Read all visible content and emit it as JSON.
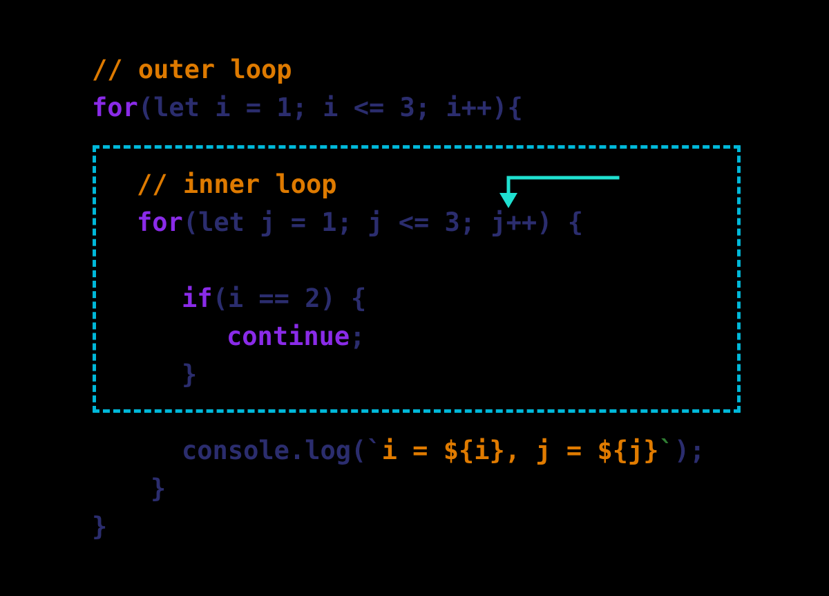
{
  "figure": {
    "kind": "code-snippet-diagram",
    "language": "javascript",
    "background_color": "#000000",
    "description": "JavaScript nested for-loop code sample with a dashed highlight box around the inner loop and a cyan arrow showing the continue statement jumping back to the inner loop update expression."
  },
  "colors": {
    "background": "#000000",
    "comment": "#de7a00",
    "keyword": "#8a2be8",
    "plain": "#2b2d6e",
    "template_string": "#e07b00",
    "closing_backtick": "#2f7d32",
    "accent_dashed_box": "#00b8d9",
    "accent_arrow_top": "#1fe0d0",
    "accent_arrow_bottom": "#00b8e6"
  },
  "code": {
    "lines": [
      {
        "id": "outer-comment",
        "indent": 0,
        "text": "// outer loop",
        "tokens": [
          {
            "t": "// outer loop",
            "c": "comment"
          }
        ]
      },
      {
        "id": "outer-for",
        "indent": 0,
        "text": "for(let i = 1; i <= 3; i++){",
        "tokens": [
          {
            "t": "for",
            "c": "keyword"
          },
          {
            "t": "(let i = 1; i <= 3; i++){",
            "c": "plain"
          }
        ]
      },
      {
        "id": "inner-comment",
        "indent": 1,
        "text": "// inner loop",
        "tokens": [
          {
            "t": "// inner loop",
            "c": "comment"
          }
        ]
      },
      {
        "id": "inner-for",
        "indent": 1,
        "text": "for(let j = 1; j <= 3; j++) {",
        "tokens": [
          {
            "t": "for",
            "c": "keyword"
          },
          {
            "t": "(let j = 1; j <= 3; j++) {",
            "c": "plain"
          }
        ]
      },
      {
        "id": "if",
        "indent": 2,
        "text": "if(i == 2) {",
        "tokens": [
          {
            "t": "if",
            "c": "keyword"
          },
          {
            "t": "(i == 2) {",
            "c": "plain"
          }
        ]
      },
      {
        "id": "continue",
        "indent": 3,
        "text": "continue;",
        "tokens": [
          {
            "t": "continue",
            "c": "keyword"
          },
          {
            "t": ";",
            "c": "plain"
          }
        ]
      },
      {
        "id": "if-close",
        "indent": 2,
        "text": "}",
        "tokens": [
          {
            "t": "}",
            "c": "plain"
          }
        ]
      },
      {
        "id": "console",
        "indent": 2,
        "text": "console.log(`i = ${i}, j = ${j}`);",
        "tokens": [
          {
            "t": "console.log(`",
            "c": "plain"
          },
          {
            "t": "i = ${i}, j = ${j}",
            "c": "template"
          },
          {
            "t": "`",
            "c": "tick-end"
          },
          {
            "t": ");",
            "c": "plain"
          }
        ]
      },
      {
        "id": "inner-close",
        "indent": 1,
        "text": "}",
        "tokens": [
          {
            "t": "}",
            "c": "plain"
          }
        ]
      },
      {
        "id": "outer-close",
        "indent": 0,
        "text": "}",
        "tokens": [
          {
            "t": "}",
            "c": "plain"
          }
        ]
      }
    ]
  },
  "annotations": {
    "dashed_box": {
      "label": "inner-loop-highlight",
      "style": "dashed",
      "color": "#00b8d9",
      "stroke_width": 5
    },
    "flow_arrow": {
      "label": "continue-jumps-to-update-expression",
      "from": "continue;",
      "to": "j++",
      "color_start": "#1fe0d0",
      "color_end": "#00b8e6",
      "stroke_width": 5,
      "arrowhead": "down"
    }
  },
  "line_text": {
    "outer_comment": "// outer loop",
    "outer_for_keyword": "for",
    "outer_for_rest": "(let i = 1; i <= 3; i++){",
    "inner_comment": "// inner loop",
    "inner_for_keyword": "for",
    "inner_for_rest": "(let j = 1; j <= 3; j++) {",
    "if_keyword": "if",
    "if_rest": "(i == 2) {",
    "continue_keyword": "continue",
    "continue_semicolon": ";",
    "if_close": "}",
    "console_head": "console.log(`",
    "console_template": "i = ${i}, j = ${j}",
    "console_tick_end": "`",
    "console_tail": ");",
    "inner_close": "}",
    "outer_close": "}"
  }
}
